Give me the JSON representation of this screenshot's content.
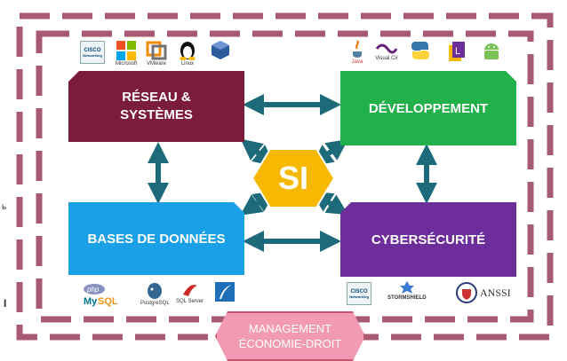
{
  "center": {
    "label": "SI",
    "color": "#f6b800"
  },
  "boxes": {
    "reseau": {
      "line1": "RÉSEAU &",
      "line2": "SYSTÈMES",
      "color": "#7b1c3a"
    },
    "dev": {
      "label": "DÉVELOPPEMENT",
      "color": "#22b04b"
    },
    "bdd": {
      "label": "BASES DE DONNÉES",
      "color": "#1aa0e6"
    },
    "cyber": {
      "label": "CYBERSÉCURITÉ",
      "color": "#6d2d9b"
    }
  },
  "management": {
    "line1": "MANAGEMENT",
    "line2": "ÉCONOMIE-DROIT",
    "color": "#f29ab3"
  },
  "arrow_color": "#1d6b7a",
  "frame_color": "#a85a72",
  "logos": {
    "top_left": [
      {
        "icon": "cisco-networking-academy-icon",
        "caption": "CISCO"
      },
      {
        "icon": "microsoft-icon",
        "caption": "Microsoft"
      },
      {
        "icon": "vmware-icon",
        "caption": "VMware"
      },
      {
        "icon": "linux-tux-icon",
        "caption": "Linux"
      },
      {
        "icon": "virtualbox-icon",
        "caption": ""
      }
    ],
    "top_right": [
      {
        "icon": "java-icon",
        "caption": "Java"
      },
      {
        "icon": "visual-csharp-icon",
        "caption": "Visual C#"
      },
      {
        "icon": "python-icon",
        "caption": ""
      },
      {
        "icon": "symfony-icon",
        "caption": ""
      },
      {
        "icon": "android-icon",
        "caption": ""
      }
    ],
    "bottom_left": [
      {
        "icon": "php-mysql-icon",
        "caption": "MySQL"
      },
      {
        "icon": "postgresql-icon",
        "caption": "PostgreSQL"
      },
      {
        "icon": "sql-server-icon",
        "caption": "SQL Server"
      },
      {
        "icon": "quill-icon",
        "caption": ""
      }
    ],
    "bottom_right": [
      {
        "icon": "cisco-networking-academy-icon",
        "caption": "CISCO"
      },
      {
        "icon": "stormshield-icon",
        "caption": "STORMSHIELD"
      },
      {
        "icon": "anssi-icon",
        "caption": "ANSSI"
      }
    ]
  },
  "stray_marks": {
    "left_mid": "ь",
    "left_bottom": "I"
  }
}
